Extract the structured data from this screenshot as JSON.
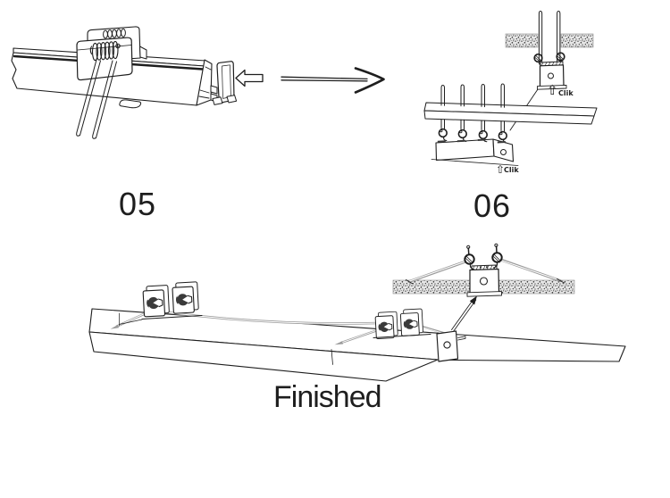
{
  "diagram": {
    "colors": {
      "line": "#1e1e1e",
      "wire": "#9a9a9a",
      "ceiling_fill": "#e7e7e7",
      "background": "#ffffff"
    },
    "step05": {
      "label": "05"
    },
    "step06": {
      "label": "06",
      "callouts": [
        {
          "arrow": "⇧",
          "text": "Clik"
        },
        {
          "arrow": "⇧",
          "text": "Clik"
        }
      ]
    },
    "finished": {
      "label": "Finished"
    }
  }
}
